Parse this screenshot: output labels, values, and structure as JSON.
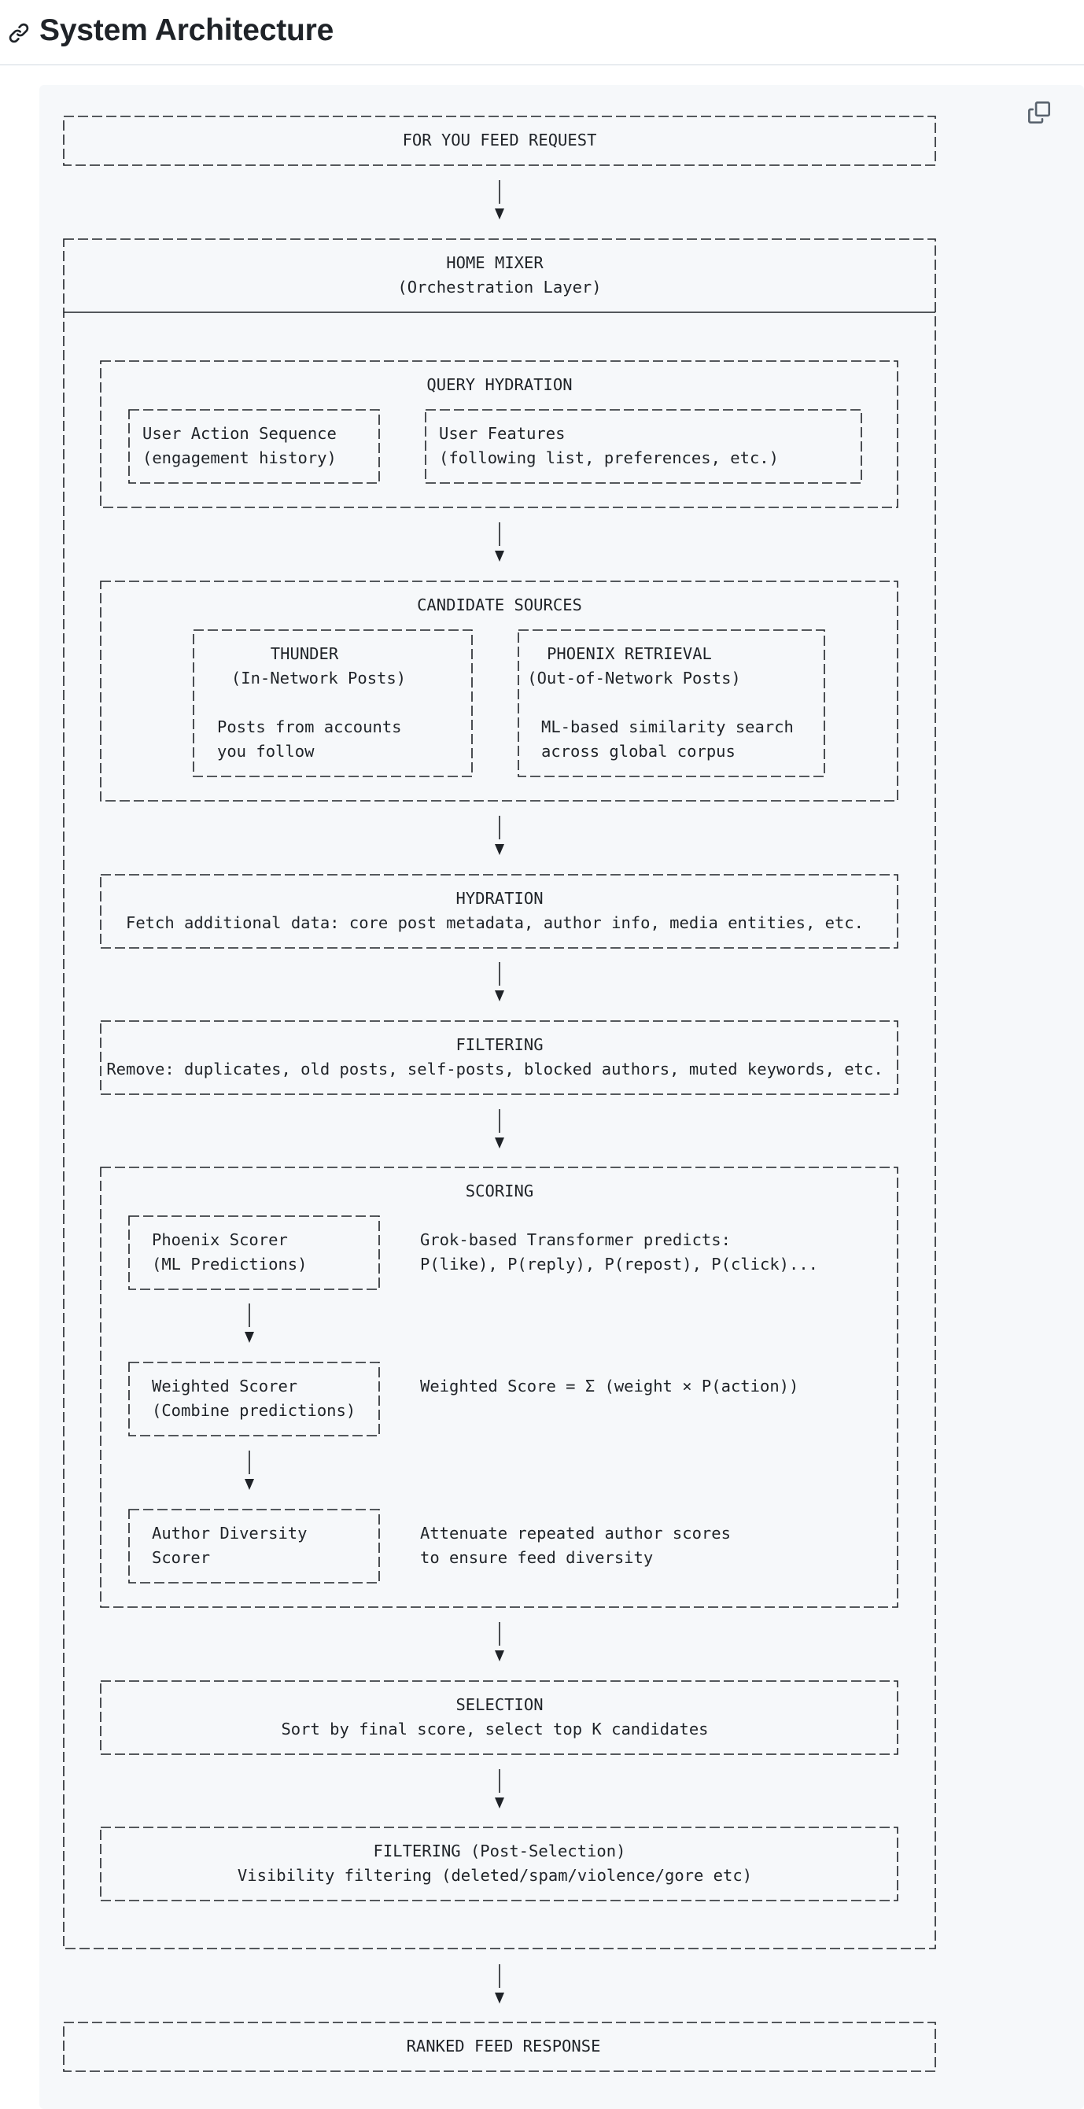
{
  "heading": {
    "anchor_icon": "link-icon",
    "title": "System Architecture"
  },
  "code_block": {
    "copy_icon": "copy-icon",
    "background": "#f6f8fa"
  },
  "diagram": {
    "request": "FOR YOU FEED REQUEST",
    "home_mixer": {
      "title": "HOME MIXER",
      "subtitle": "(Orchestration Layer)"
    },
    "query_hydration": {
      "title": "QUERY HYDRATION",
      "user_action": {
        "line1": "User Action Sequence",
        "line2": "(engagement history)"
      },
      "user_features": {
        "line1": "User Features",
        "line2": "(following list, preferences, etc.)"
      }
    },
    "candidate_sources": {
      "title": "CANDIDATE SOURCES",
      "thunder": {
        "title": "THUNDER",
        "subtitle": "(In-Network Posts)",
        "desc1": "Posts from accounts",
        "desc2": "you follow"
      },
      "phoenix": {
        "title": "PHOENIX RETRIEVAL",
        "subtitle": "(Out-of-Network Posts)",
        "desc1": "ML-based similarity search",
        "desc2": "across global corpus"
      }
    },
    "hydration": {
      "title": "HYDRATION",
      "desc": "Fetch additional data: core post metadata, author info, media entities, etc."
    },
    "filtering": {
      "title": "FILTERING",
      "desc": "Remove: duplicates, old posts, self-posts, blocked authors, muted keywords, etc."
    },
    "scoring": {
      "title": "SCORING",
      "phoenix_scorer": {
        "line1": "Phoenix Scorer",
        "line2": "(ML Predictions)",
        "note1": "Grok-based Transformer predicts:",
        "note2": "P(like), P(reply), P(repost), P(click)..."
      },
      "weighted_scorer": {
        "line1": "Weighted Scorer",
        "line2": "(Combine predictions)",
        "note1": "Weighted Score = Σ (weight × P(action))"
      },
      "author_diversity": {
        "line1": "Author Diversity",
        "line2": "Scorer",
        "note1": "Attenuate repeated author scores",
        "note2": "to ensure feed diversity"
      }
    },
    "selection": {
      "title": "SELECTION",
      "desc": "Sort by final score, select top K candidates"
    },
    "post_filtering": {
      "title": "FILTERING (Post-Selection)",
      "desc": "Visibility filtering (deleted/spam/violence/gore etc)"
    },
    "response": "RANKED FEED RESPONSE"
  }
}
